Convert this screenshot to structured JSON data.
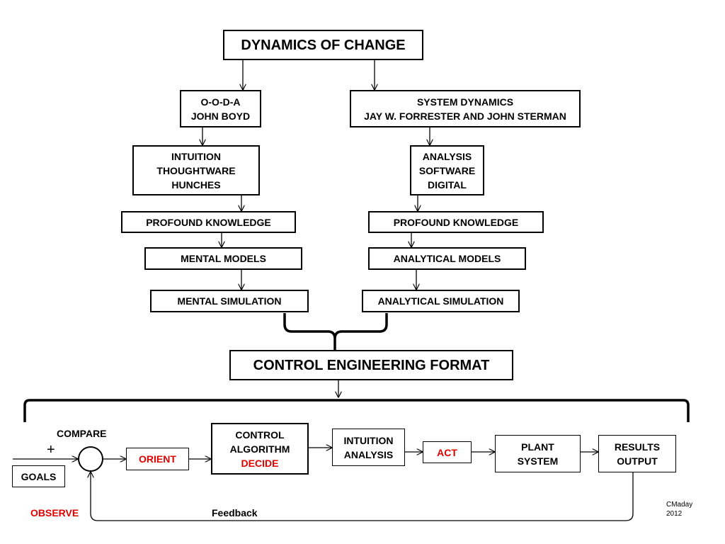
{
  "title": "DYNAMICS OF CHANGE",
  "left_column": {
    "ooda_line1": "O-O-D-A",
    "ooda_line2": "JOHN BOYD",
    "intuition_line1": "INTUITION",
    "intuition_line2": "THOUGHTWARE",
    "intuition_line3": "HUNCHES",
    "profound": "PROFOUND KNOWLEDGE",
    "models": "MENTAL MODELS",
    "simulation": "MENTAL SIMULATION"
  },
  "right_column": {
    "sysdyn_line1": "SYSTEM DYNAMICS",
    "sysdyn_line2": "JAY W. FORRESTER AND JOHN STERMAN",
    "analysis_line1": "ANALYSIS",
    "analysis_line2": "SOFTWARE",
    "analysis_line3": "DIGITAL",
    "profound": "PROFOUND KNOWLEDGE",
    "models": "ANALYTICAL MODELS",
    "simulation": "ANALYTICAL SIMULATION"
  },
  "control_format": "CONTROL ENGINEERING FORMAT",
  "loop": {
    "compare": "COMPARE",
    "plus": "+",
    "goals": "GOALS",
    "orient": "ORIENT",
    "control_line1": "CONTROL",
    "control_line2": "ALGORITHM",
    "decide": "DECIDE",
    "intuition_line1": "INTUITION",
    "intuition_line2": "ANALYSIS",
    "act": "ACT",
    "plant_line1": "PLANT",
    "plant_line2": "SYSTEM",
    "results_line1": "RESULTS",
    "results_line2": "OUTPUT",
    "observe": "OBSERVE",
    "feedback": "Feedback"
  },
  "credit": {
    "author": "CMaday",
    "year": "2012"
  },
  "colors": {
    "line": "#000000",
    "highlight": "#e00000"
  }
}
